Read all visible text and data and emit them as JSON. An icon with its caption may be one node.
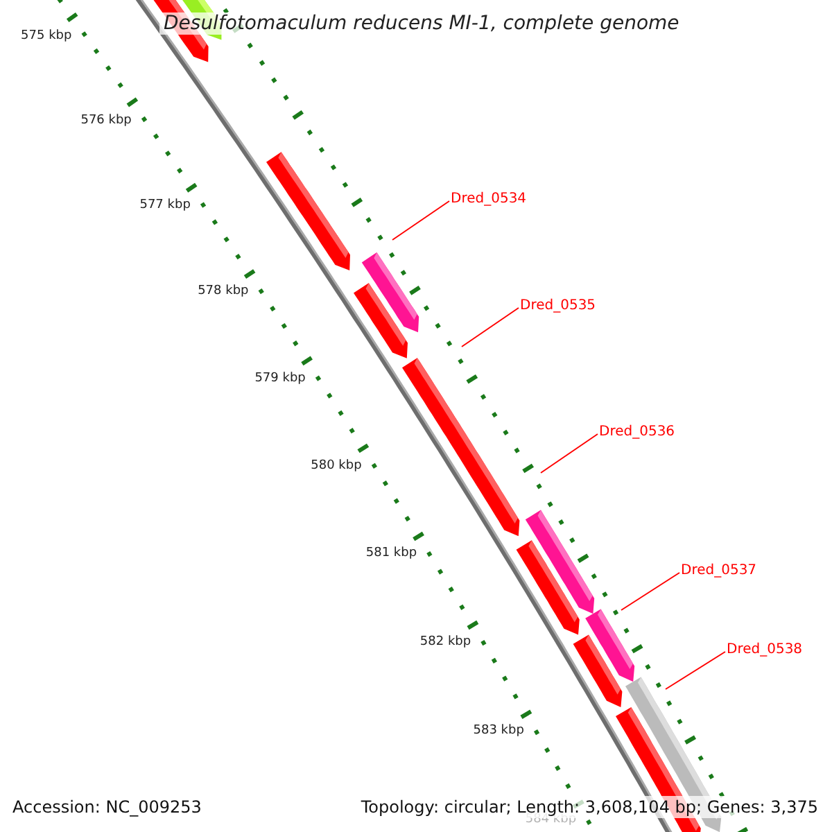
{
  "diagram": {
    "title": "Desulfotomaculum reducens MI-1, complete genome",
    "nodes": [
      {
        "text": [
          "Dred_0534"
        ]
      },
      {
        "text": [
          "Dred_0535"
        ]
      },
      {
        "text": [
          "Dred_0536"
        ]
      },
      {
        "text": [
          "Dred_0537"
        ]
      },
      {
        "text": [
          "Dred_0538"
        ]
      }
    ],
    "edges": [
      {
        "from": 0,
        "to": null,
        "arrow": "none"
      },
      {
        "from": 1,
        "to": null,
        "arrow": "none"
      },
      {
        "from": 2,
        "to": null,
        "arrow": "none"
      },
      {
        "from": 3,
        "to": null,
        "arrow": "none"
      },
      {
        "from": 4,
        "to": null,
        "arrow": "none"
      }
    ],
    "labels": [
      "575 kbp",
      "576 kbp",
      "577 kbp",
      "578 kbp",
      "579 kbp",
      "580 kbp",
      "581 kbp",
      "582 kbp",
      "583 kbp",
      "584 kbp",
      "Accession: NC_009253",
      "Topology: circular; Length: 3,608,104 bp; Genes: 3,375"
    ]
  }
}
